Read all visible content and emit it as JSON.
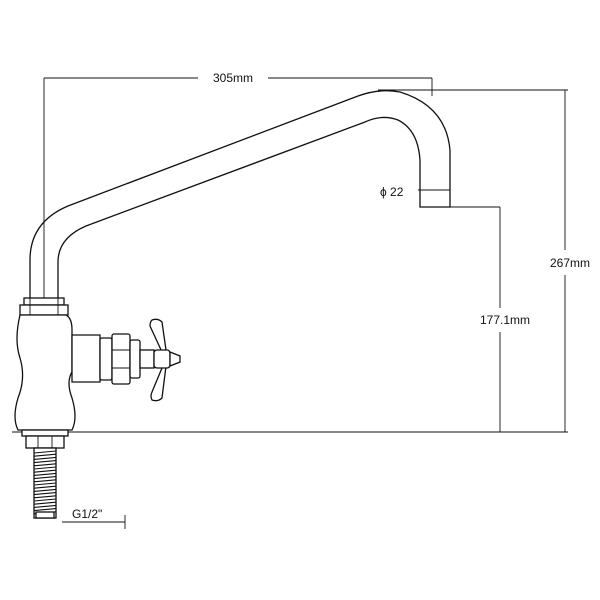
{
  "diagram": {
    "dimensions": {
      "width_label": "305mm",
      "height_label": "267mm",
      "outlet_height_label": "177.1mm",
      "outlet_diameter_label": "ϕ 22",
      "thread_label": "G1/2\""
    }
  }
}
